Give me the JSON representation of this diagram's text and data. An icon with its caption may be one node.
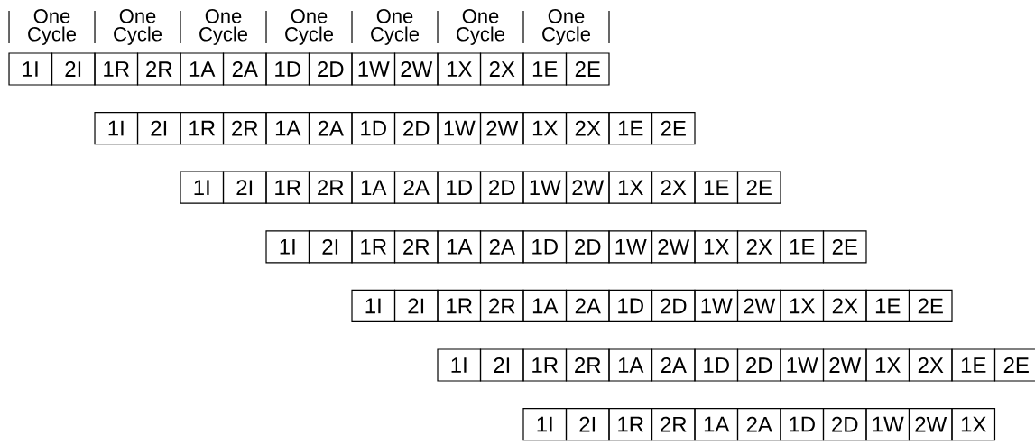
{
  "diagram": {
    "nodes": [
      {
        "text": [
          "1I"
        ]
      },
      {
        "text": [
          "2I"
        ]
      },
      {
        "text": [
          "1R"
        ]
      },
      {
        "text": [
          "2R"
        ]
      },
      {
        "text": [
          "1A"
        ]
      },
      {
        "text": [
          "2A"
        ]
      },
      {
        "text": [
          "1D"
        ]
      },
      {
        "text": [
          "2D"
        ]
      },
      {
        "text": [
          "1W"
        ]
      },
      {
        "text": [
          "2W"
        ]
      },
      {
        "text": [
          "1X"
        ]
      },
      {
        "text": [
          "2X"
        ]
      },
      {
        "text": [
          "1E"
        ]
      },
      {
        "text": [
          "2E"
        ]
      },
      {
        "text": [
          "1I"
        ]
      },
      {
        "text": [
          "2I"
        ]
      },
      {
        "text": [
          "1R"
        ]
      },
      {
        "text": [
          "2R"
        ]
      },
      {
        "text": [
          "1A"
        ]
      },
      {
        "text": [
          "2A"
        ]
      },
      {
        "text": [
          "1D"
        ]
      },
      {
        "text": [
          "2D"
        ]
      },
      {
        "text": [
          "1W"
        ]
      },
      {
        "text": [
          "2W"
        ]
      },
      {
        "text": [
          "1X"
        ]
      },
      {
        "text": [
          "2X"
        ]
      },
      {
        "text": [
          "1E"
        ]
      },
      {
        "text": [
          "2E"
        ]
      },
      {
        "text": [
          "1I"
        ]
      },
      {
        "text": [
          "2I"
        ]
      },
      {
        "text": [
          "1R"
        ]
      },
      {
        "text": [
          "2R"
        ]
      },
      {
        "text": [
          "1A"
        ]
      },
      {
        "text": [
          "2A"
        ]
      },
      {
        "text": [
          "1D"
        ]
      },
      {
        "text": [
          "2D"
        ]
      },
      {
        "text": [
          "1W"
        ]
      },
      {
        "text": [
          "2W"
        ]
      },
      {
        "text": [
          "1X"
        ]
      },
      {
        "text": [
          "2X"
        ]
      },
      {
        "text": [
          "1E"
        ]
      },
      {
        "text": [
          "2E"
        ]
      },
      {
        "text": [
          "1I"
        ]
      },
      {
        "text": [
          "2I"
        ]
      },
      {
        "text": [
          "1R"
        ]
      },
      {
        "text": [
          "2R"
        ]
      },
      {
        "text": [
          "1A"
        ]
      },
      {
        "text": [
          "2A"
        ]
      },
      {
        "text": [
          "1D"
        ]
      },
      {
        "text": [
          "2D"
        ]
      },
      {
        "text": [
          "1W"
        ]
      },
      {
        "text": [
          "2W"
        ]
      },
      {
        "text": [
          "1X"
        ]
      },
      {
        "text": [
          "2X"
        ]
      },
      {
        "text": [
          "1E"
        ]
      },
      {
        "text": [
          "2E"
        ]
      },
      {
        "text": [
          "1I"
        ]
      },
      {
        "text": [
          "2I"
        ]
      },
      {
        "text": [
          "1R"
        ]
      },
      {
        "text": [
          "2R"
        ]
      },
      {
        "text": [
          "1A"
        ]
      },
      {
        "text": [
          "2A"
        ]
      },
      {
        "text": [
          "1D"
        ]
      },
      {
        "text": [
          "2D"
        ]
      },
      {
        "text": [
          "1W"
        ]
      },
      {
        "text": [
          "2W"
        ]
      },
      {
        "text": [
          "1X"
        ]
      },
      {
        "text": [
          "2X"
        ]
      },
      {
        "text": [
          "1E"
        ]
      },
      {
        "text": [
          "2E"
        ]
      },
      {
        "text": [
          "1I"
        ]
      },
      {
        "text": [
          "2I"
        ]
      },
      {
        "text": [
          "1R"
        ]
      },
      {
        "text": [
          "2R"
        ]
      },
      {
        "text": [
          "1A"
        ]
      },
      {
        "text": [
          "2A"
        ]
      },
      {
        "text": [
          "1D"
        ]
      },
      {
        "text": [
          "2D"
        ]
      },
      {
        "text": [
          "1W"
        ]
      },
      {
        "text": [
          "2W"
        ]
      },
      {
        "text": [
          "1X"
        ]
      },
      {
        "text": [
          "2X"
        ]
      },
      {
        "text": [
          "1E"
        ]
      },
      {
        "text": [
          "2E"
        ]
      },
      {
        "text": [
          "1I"
        ]
      },
      {
        "text": [
          "2I"
        ]
      },
      {
        "text": [
          "1R"
        ]
      },
      {
        "text": [
          "2R"
        ]
      },
      {
        "text": [
          "1A"
        ]
      },
      {
        "text": [
          "2A"
        ]
      },
      {
        "text": [
          "1D"
        ]
      },
      {
        "text": [
          "2D"
        ]
      },
      {
        "text": [
          "1W"
        ]
      },
      {
        "text": [
          "2W"
        ]
      },
      {
        "text": [
          "1X"
        ]
      }
    ],
    "labels": [
      "One Cycle",
      "One Cycle",
      "One Cycle",
      "One Cycle",
      "One Cycle",
      "One Cycle",
      "One Cycle"
    ]
  }
}
